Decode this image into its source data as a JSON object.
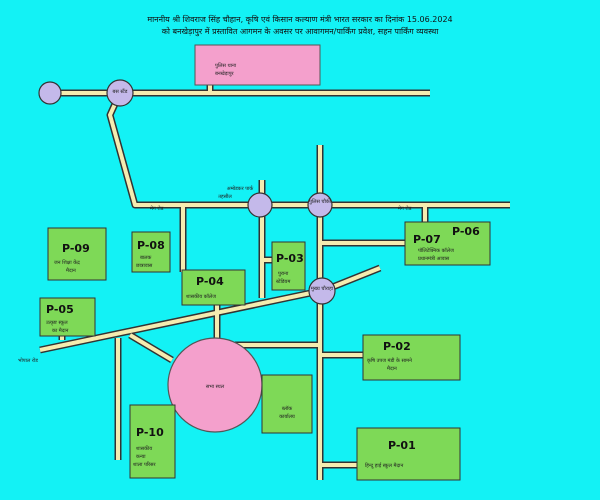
{
  "header": {
    "line1": "माननीय श्री शिवराज सिंह चौहान, कृषि एवं किसान कल्याण मंत्री भारत सरकार का दिनांक 15.06.2024",
    "line2": "को बनखेड़ापुर में प्रस्तावित आगमन के अवसर पर आवागमन/पार्किंग प्रवेश, सहन पार्किंग व्यवस्था"
  },
  "locations": {
    "police_station": "पुलिस थाना",
    "police_station_sub": "बनखेड़ापुर",
    "junction_left": "बस स्टैंड",
    "junction_mid": "तहसील",
    "junction_right": "पुलिस चौकी",
    "junction_center": "मुख्य चौराहा",
    "road_left": "मेन रोड",
    "road_right": "मेन रोड",
    "road_label_top": "अम्बेडकर पार्क",
    "road_label_west": "भोपाल रोड",
    "sabha_sthal": "सभा स्थल",
    "block_label": "ब्लॉक",
    "block_label_2": "कार्यालय"
  },
  "parking": [
    {
      "id": "P-01",
      "label": "हिन्दू हाई स्कूल मैदान"
    },
    {
      "id": "P-02",
      "label": "कृषि उपज मंडी के सामने",
      "label2": "मैदान"
    },
    {
      "id": "P-03",
      "label": "पुराना",
      "label2": "स्टेडियम"
    },
    {
      "id": "P-04",
      "label": "शासकीय कॉलेज"
    },
    {
      "id": "P-05",
      "label": "उत्कृष्ट स्कूल",
      "label2": "का मैदान"
    },
    {
      "id": "P-06",
      "label": ""
    },
    {
      "id": "P-07",
      "label": "पॉलिटेक्निक कॉलेज",
      "label2": "प्रधानमंत्री आवास"
    },
    {
      "id": "P-08",
      "label": "बालक",
      "label2": "छात्रावास"
    },
    {
      "id": "P-09",
      "label": "जन शिक्षा केंद्र",
      "label2": "मैदान"
    },
    {
      "id": "P-10",
      "label": "शासकीय",
      "label2": "कन्या",
      "label3": "शाला परिसर"
    }
  ]
}
